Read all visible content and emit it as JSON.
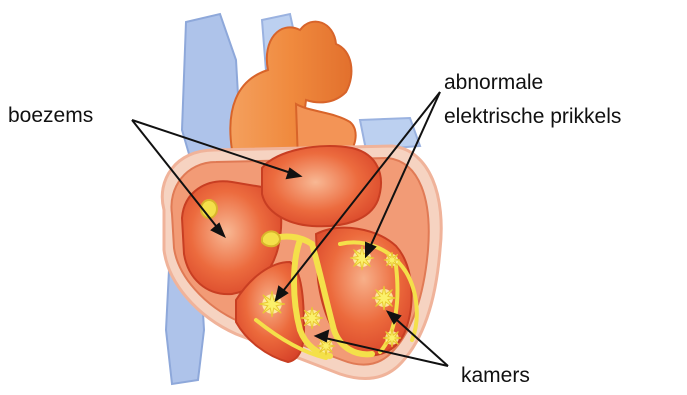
{
  "labels": {
    "atria": "boezems",
    "abnormal_line1": "abnormale",
    "abnormal_line2": "elektrische prikkels",
    "ventricles": "kamers"
  },
  "colors": {
    "vein_blue": "#9fb6e3",
    "aorta_orange": "#f08a3e",
    "heart_outer": "#f6d3c1",
    "myocardium": "#f29b76",
    "chamber_red": "#e85a30",
    "conduction_yellow": "#f4e04a",
    "leader_line": "#111111"
  },
  "icons": [
    "electric-spark-icon"
  ]
}
